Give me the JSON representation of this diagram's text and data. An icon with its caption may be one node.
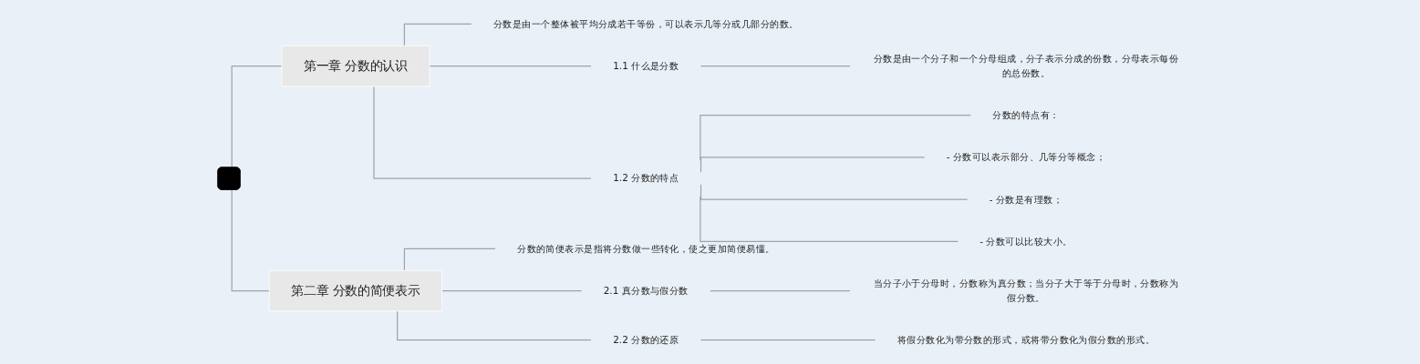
{
  "diagram": {
    "nodes": [
      {
        "text": [],
        "shape": "box"
      },
      {
        "text": [
          "第一章 分数的认识"
        ]
      },
      {
        "text": [
          "分数是由一个整体被平均分成若干等份，可以表示几等分或几部分的数。"
        ]
      },
      {
        "text": [
          "1.1 什么是分数"
        ]
      },
      {
        "text": [
          "分数是由一个分子和一个分母组成，分子表示分成的份数，分母表示每份的总份数。"
        ]
      },
      {
        "text": [
          "1.2 分数的特点"
        ]
      },
      {
        "text": [
          "分数的特点有："
        ]
      },
      {
        "text": [
          "- 分数可以表示部分、几等分等概念；"
        ]
      },
      {
        "text": [
          "- 分数是有理数；"
        ]
      },
      {
        "text": [
          "- 分数可以比较大小。"
        ]
      },
      {
        "text": [
          "第二章 分数的简便表示"
        ]
      },
      {
        "text": [
          "分数的简便表示是指将分数做一些转化，使之更加简便易懂。"
        ]
      },
      {
        "text": [
          "2.1 真分数与假分数"
        ]
      },
      {
        "text": [
          "当分子小于分母时，分数称为真分数；当分子大于等于分母时，分数称为假分数。"
        ]
      },
      {
        "text": [
          "2.2 分数的还原"
        ]
      },
      {
        "text": [
          "将假分数化为带分数的形式，或将带分数化为假分数的形式。"
        ]
      }
    ],
    "edges": [
      {
        "from": 0,
        "to": 1,
        "arrow": "none"
      },
      {
        "from": 1,
        "to": 2,
        "arrow": "none"
      },
      {
        "from": 1,
        "to": 3,
        "arrow": "none"
      },
      {
        "from": 3,
        "to": 4,
        "arrow": "none"
      },
      {
        "from": 1,
        "to": 5,
        "arrow": "none"
      },
      {
        "from": 5,
        "to": 6,
        "arrow": "none"
      },
      {
        "from": 5,
        "to": 7,
        "arrow": "none"
      },
      {
        "from": 5,
        "to": 8,
        "arrow": "none"
      },
      {
        "from": 5,
        "to": 9,
        "arrow": "none"
      },
      {
        "from": 0,
        "to": 10,
        "arrow": "none"
      },
      {
        "from": 10,
        "to": 11,
        "arrow": "none"
      },
      {
        "from": 10,
        "to": 12,
        "arrow": "none"
      },
      {
        "from": 12,
        "to": 13,
        "arrow": "none"
      },
      {
        "from": 10,
        "to": 14,
        "arrow": "none"
      },
      {
        "from": 14,
        "to": 15,
        "arrow": "none"
      }
    ]
  }
}
